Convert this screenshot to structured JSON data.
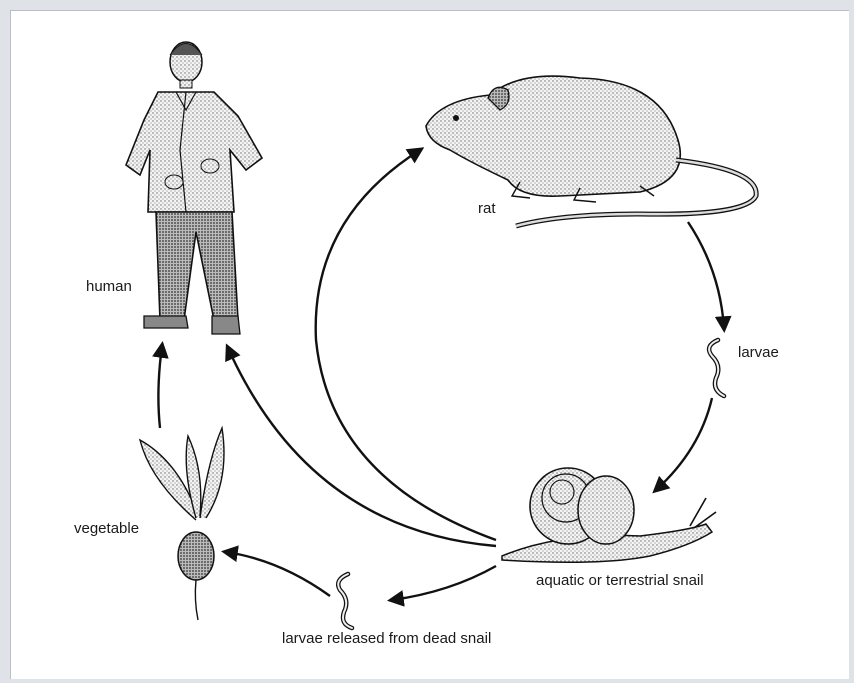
{
  "labels": {
    "human": "human",
    "rat": "rat",
    "larvae": "larvae",
    "vegetable": "vegetable",
    "snail": "aquatic or terrestrial snail",
    "larvae_released": "larvae released from dead snail"
  },
  "colors": {
    "ink": "#111111",
    "stipple": "#555555",
    "background": "#ffffff"
  }
}
